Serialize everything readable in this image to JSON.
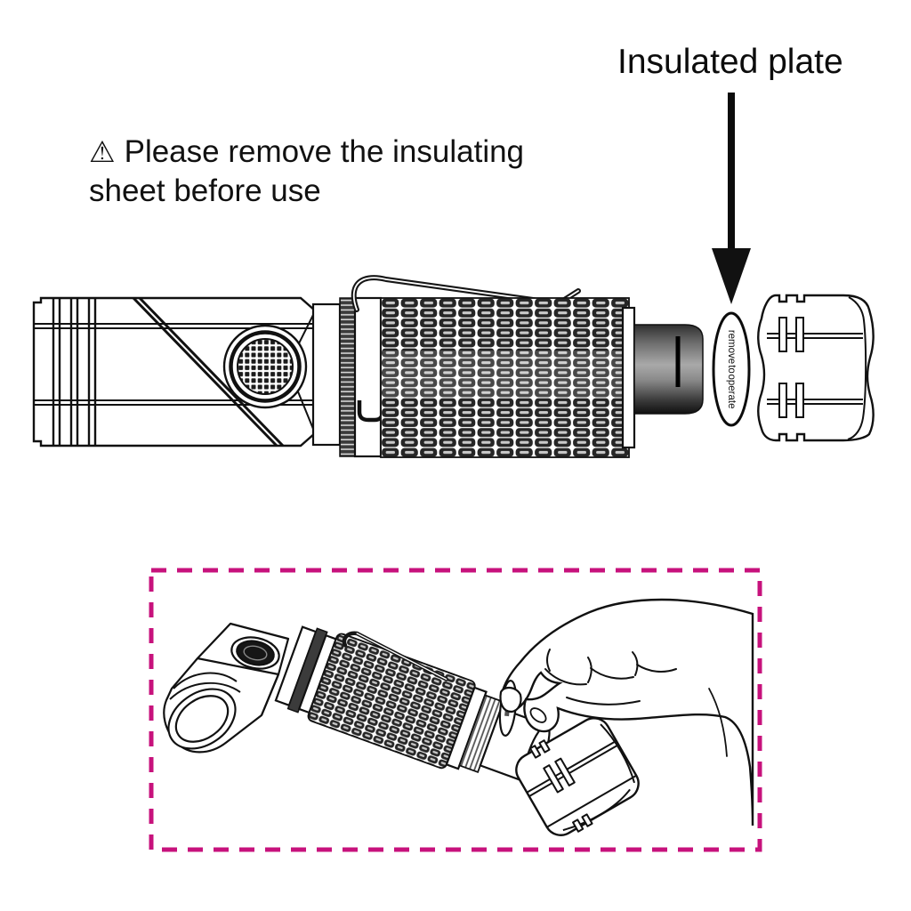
{
  "callout": {
    "label": "Insulated plate"
  },
  "warning": {
    "icon": "⚠",
    "line1": "Please remove the insulating",
    "line2": "sheet before use"
  },
  "insulated_plate": {
    "word1": "remove",
    "word2": "to",
    "word3": "operate"
  },
  "colors": {
    "ink": "#111111",
    "panel_border": "#c7127c",
    "knurl_dark": "#262626",
    "battery_light": "#a9a9a9",
    "battery_dark": "#101010",
    "background": "#ffffff"
  }
}
